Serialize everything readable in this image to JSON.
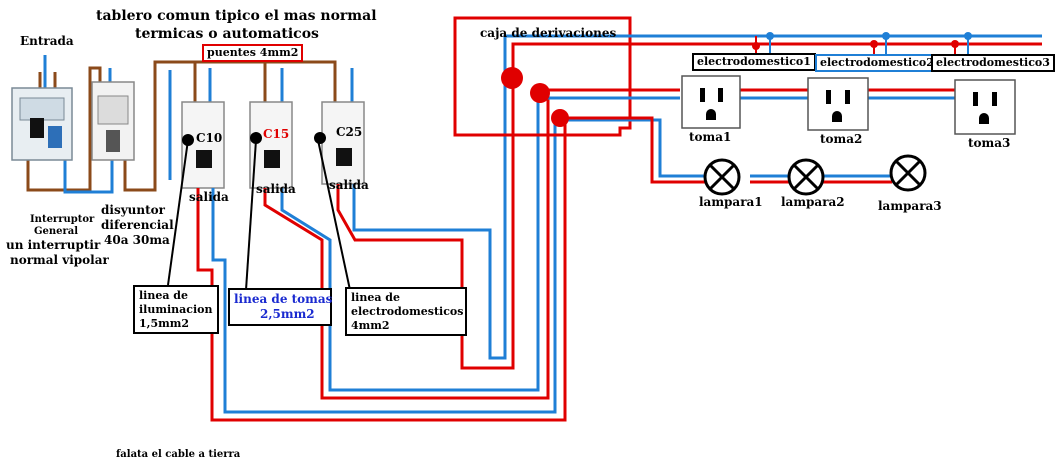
{
  "panel": {
    "title_line1": "tablero comun tipico el mas normal",
    "title_line2": "termicas o automaticos",
    "entrada": "Entrada",
    "puentes": "puentes 4mm2",
    "caja": "caja de derivaciones"
  },
  "devices": {
    "interruptor_line1": "Interruptor",
    "interruptor_line2": "General",
    "interruptor_line3": "un interruptir",
    "interruptor_line4": "normal vipolar",
    "disyuntor_line1": "disyuntor",
    "disyuntor_line2": "diferencial",
    "disyuntor_line3": "40a 30ma"
  },
  "breakers": [
    {
      "label": "C10",
      "output": "salida"
    },
    {
      "label": "C15",
      "output": "salida"
    },
    {
      "label": "C25",
      "output": "salida"
    }
  ],
  "lines": {
    "ilum_1": "linea de",
    "ilum_2": "iluminacion",
    "ilum_3": "1,5mm2",
    "tomas_1": "linea de tomas",
    "tomas_2": "2,5mm2",
    "elec_1": "linea de",
    "elec_2": "electrodomesticos",
    "elec_3": "4mm2"
  },
  "loads": {
    "electro1": "electrodomestico1",
    "electro2": "electrodomestico2",
    "electro3": "electrodomestico3",
    "toma1": "toma1",
    "toma2": "toma2",
    "toma3": "toma3",
    "lampara1": "lampara1",
    "lampara2": "lampara2",
    "lampara3": "lampara3"
  },
  "footer": "falata el cable a tierra",
  "colors": {
    "phase": "#e00000",
    "neutral": "#1f7fd6",
    "bridge": "#8b4a1a"
  }
}
